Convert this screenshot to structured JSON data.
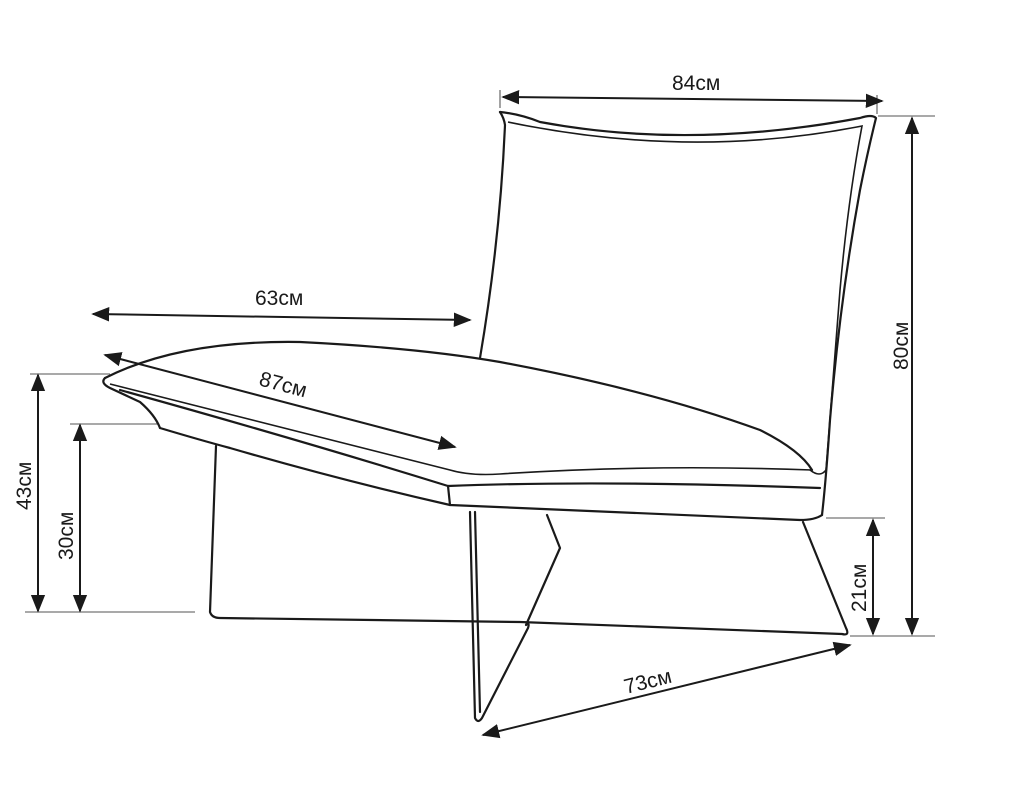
{
  "dimensions": {
    "backrest_width": "84см",
    "total_height": "80см",
    "seat_width": "63см",
    "seat_depth": "87см",
    "front_seat_height": "43см",
    "rear_seat_height": "30см",
    "frame_height": "21см",
    "frame_depth": "73см"
  },
  "colors": {
    "line": "#1a1a1a",
    "background": "#ffffff"
  }
}
